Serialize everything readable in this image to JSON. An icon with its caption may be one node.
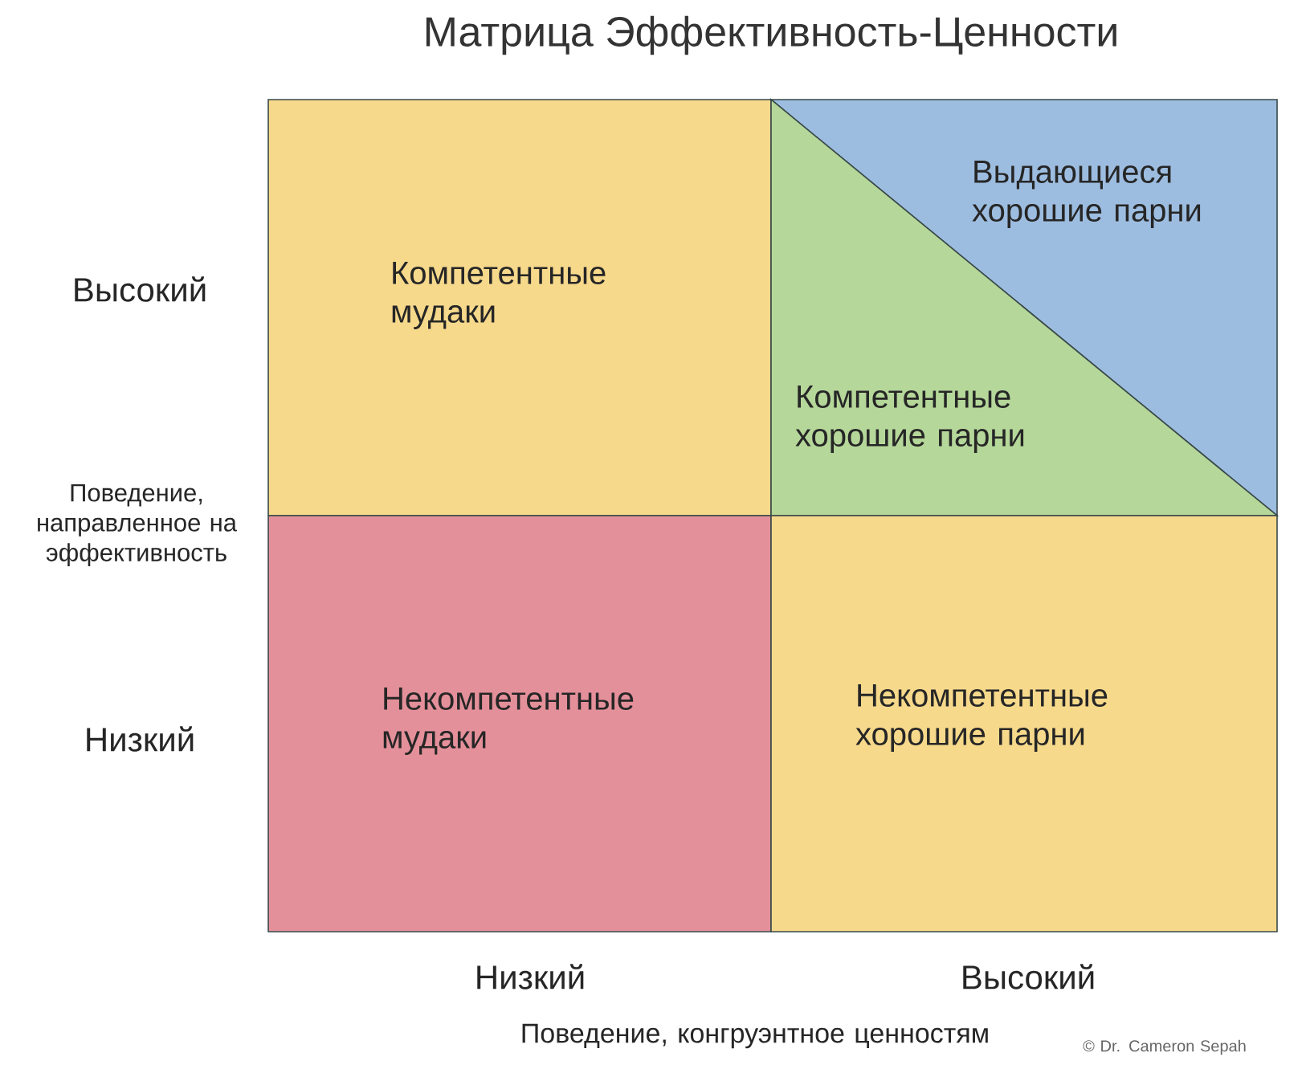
{
  "diagram": {
    "title": "Матрица Эффективность-Ценности",
    "nodes": [
      {
        "text": [
          "Компетентные мудаки"
        ]
      },
      {
        "text": [
          "Выдающиеся хорошие парни"
        ]
      },
      {
        "text": [
          "Компетентные хорошие парни"
        ]
      },
      {
        "text": [
          "Некомпетентные мудаки"
        ]
      },
      {
        "text": [
          "Некомпетентные хорошие парни"
        ]
      }
    ],
    "edges": [],
    "labels": [
      "Высокий",
      "Поведение, направленное на эффективность",
      "Низкий",
      "Низкий",
      "Высокий",
      "Поведение, конгруэнтное ценностям",
      "© Dr. Cameron Sepah"
    ]
  }
}
